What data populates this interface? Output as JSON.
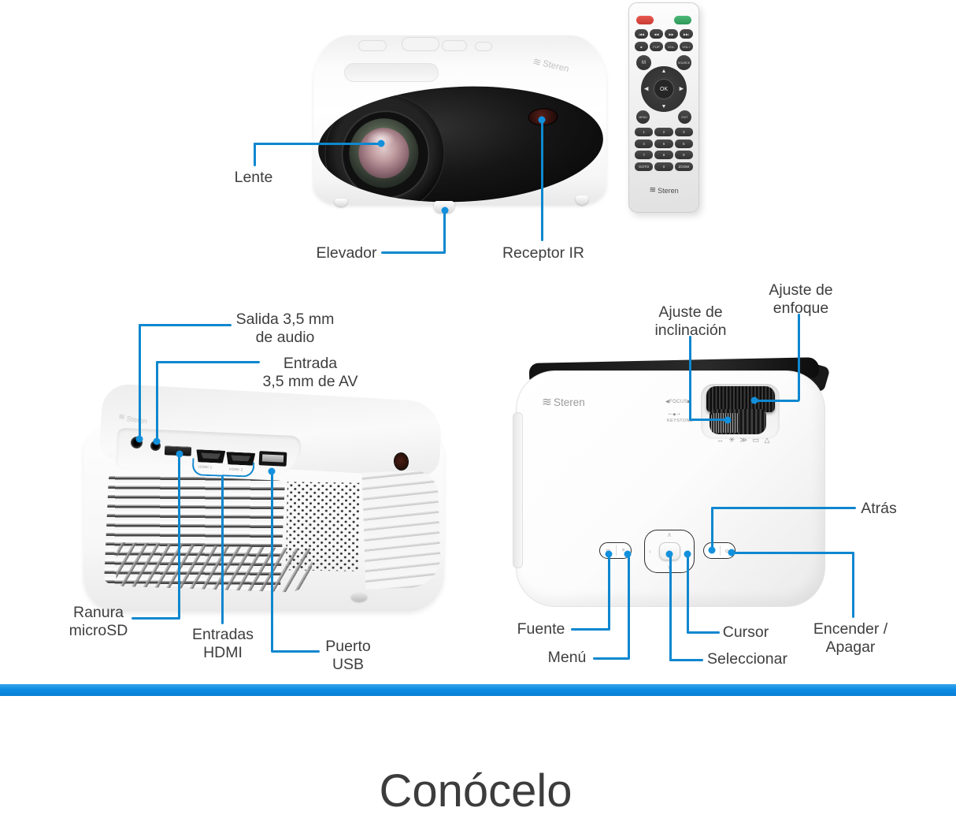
{
  "page": {
    "title": "Conócelo"
  },
  "brand": {
    "name": "Steren",
    "icon": "≋"
  },
  "colors": {
    "callout": "#0f87cf",
    "bar": "#0d8ce4",
    "label": "#3e3e3e"
  },
  "front_view": {
    "labels": {
      "lens": "Lente",
      "elevator": "Elevador",
      "ir_receiver": "Receptor IR"
    }
  },
  "rear_view": {
    "labels": {
      "audio_out_l1": "Salida 3,5 mm",
      "audio_out_l2": "de audio",
      "av_in_l1": "Entrada",
      "av_in_l2": "3,5 mm de AV",
      "microsd_l1": "Ranura",
      "microsd_l2": "microSD",
      "hdmi_l1": "Entradas",
      "hdmi_l2": "HDMI",
      "usb_l1": "Puerto",
      "usb_l2": "USB"
    },
    "port_labels": {
      "hdmi1": "HDMI 1",
      "hdmi2": "HDMI 2"
    }
  },
  "top_view": {
    "labels": {
      "tilt_l1": "Ajuste de",
      "tilt_l2": "inclinación",
      "focus_l1": "Ajuste de",
      "focus_l2": "enfoque",
      "back": "Atrás",
      "source": "Fuente",
      "menu": "Menú",
      "cursor": "Cursor",
      "select": "Seleccionar",
      "power_l1": "Encender /",
      "power_l2": "Apagar"
    },
    "markings": {
      "focus": "◀FOCUS▶",
      "keystone_marks": "•–◆–•",
      "keystone": "KEYSTONE",
      "symbols": "↔ ✳ ≫ ▭ △"
    },
    "button_icons": {
      "source": "⊡",
      "menu": "≡",
      "back": "↩",
      "power": "⊙",
      "up": "∧",
      "down": "∨",
      "left": "‹",
      "right": "›"
    }
  },
  "remote": {
    "media_row": [
      "|◀◀",
      "◀◀",
      "▶▶",
      "▶▶|"
    ],
    "function_row": [
      "■",
      "FLIP",
      "VOL-",
      "VOL+"
    ],
    "m_button": "M",
    "source_button": "SOURCE",
    "dpad": {
      "up": "▲",
      "down": "▼",
      "left": "◀",
      "right": "▶",
      "ok": "OK"
    },
    "menu_button": "MENU",
    "exit_button": "EXIT",
    "keys": [
      "1",
      "2",
      "3",
      "4",
      "5",
      "6",
      "7",
      "8",
      "9",
      "GOTO",
      "0",
      "ZOOM"
    ]
  }
}
